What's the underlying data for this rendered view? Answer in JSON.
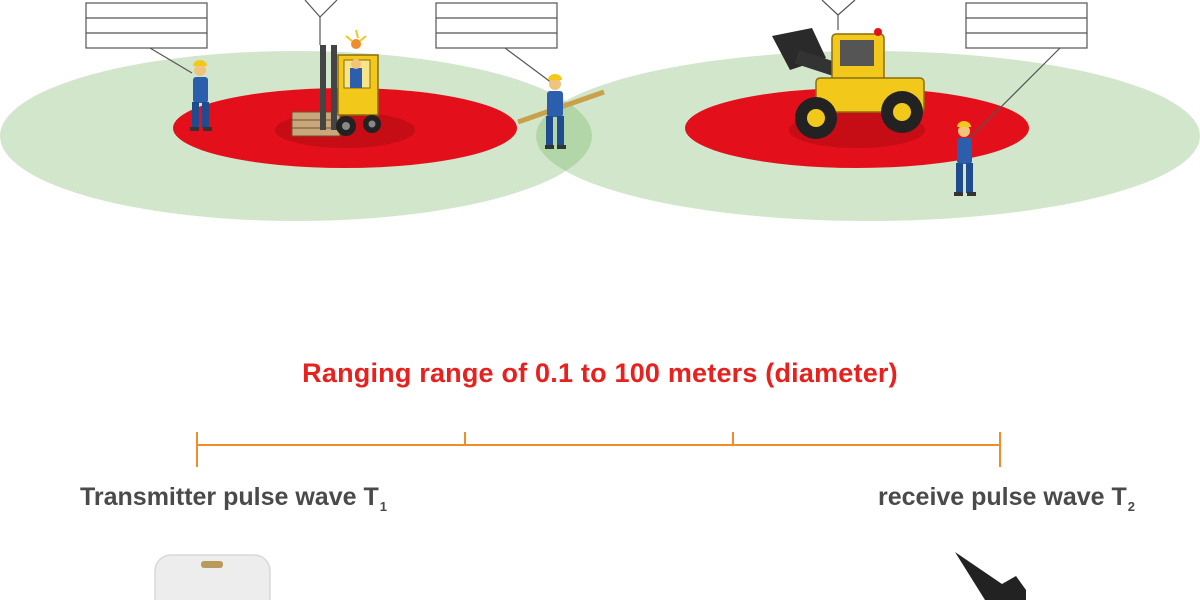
{
  "range_caption": "Ranging range of 0.1 to 100 meters (diameter)",
  "transmitter": {
    "text": "Transmitter pulse wave T",
    "subscript": "1"
  },
  "receiver": {
    "text": "receive pulse wave T",
    "subscript": "2"
  },
  "colors": {
    "danger_zone": "#e3101b",
    "detection_zone": "#d2e6cc",
    "overlap_zone": "#b2d6a8",
    "caption_red": "#e8201e",
    "scale_orange": "#f08c2a",
    "label_gray": "#4a4a4a",
    "vehicle_yellow": "#f2c81a"
  },
  "icons": {
    "forklift": "forklift-icon",
    "loader": "wheel-loader-icon",
    "worker": "worker-icon",
    "tag": "uwb-tag-device-icon"
  }
}
